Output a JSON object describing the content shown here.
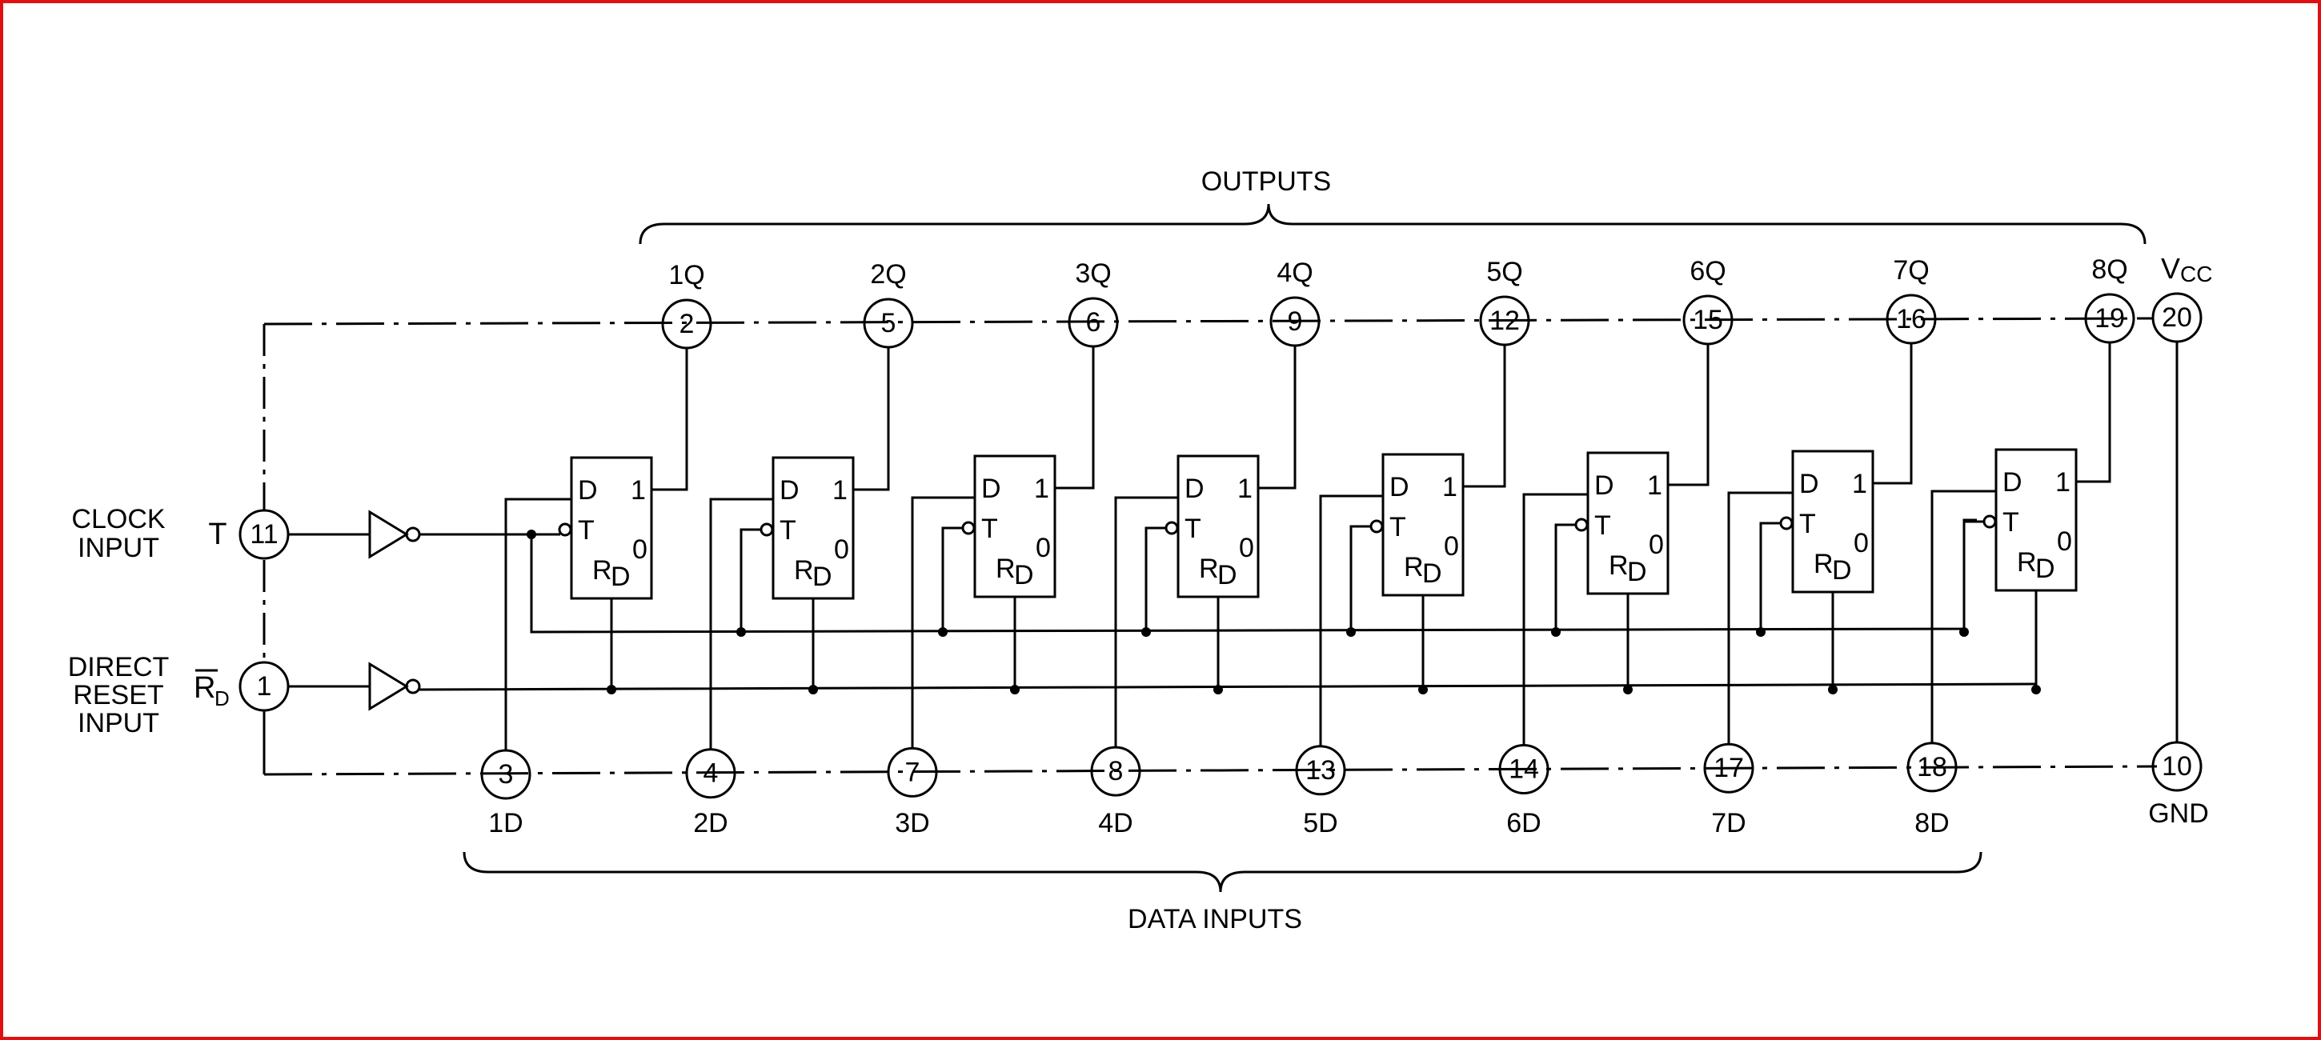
{
  "colors": {
    "frame": "#e01010",
    "ink": "#000000",
    "background": "#ffffff"
  },
  "labels": {
    "outputs": "OUTPUTS",
    "data_inputs": "DATA INPUTS",
    "clock_line1": "CLOCK",
    "clock_line2": "INPUT",
    "clock_pin_name": "T",
    "reset_line1": "DIRECT",
    "reset_line2": "RESET",
    "reset_line3": "INPUT",
    "reset_pin_name": "R",
    "reset_pin_sub": "D",
    "vcc": "V",
    "vcc_sub": "CC",
    "gnd": "GND"
  },
  "pins": {
    "clock": "11",
    "reset": "1",
    "vcc": "20",
    "gnd": "10"
  },
  "flipflop_text": {
    "d": "D",
    "t": "T",
    "one": "1",
    "zero": "0",
    "rd": "R",
    "rd_sub": "D"
  },
  "stages": [
    {
      "q_label": "1Q",
      "q_pin": "2",
      "d_pin": "3",
      "d_label": "1D"
    },
    {
      "q_label": "2Q",
      "q_pin": "5",
      "d_pin": "4",
      "d_label": "2D"
    },
    {
      "q_label": "3Q",
      "q_pin": "6",
      "d_pin": "7",
      "d_label": "3D"
    },
    {
      "q_label": "4Q",
      "q_pin": "9",
      "d_pin": "8",
      "d_label": "4D"
    },
    {
      "q_label": "5Q",
      "q_pin": "12",
      "d_pin": "13",
      "d_label": "5D"
    },
    {
      "q_label": "6Q",
      "q_pin": "15",
      "d_pin": "14",
      "d_label": "6D"
    },
    {
      "q_label": "7Q",
      "q_pin": "16",
      "d_pin": "17",
      "d_label": "7D"
    },
    {
      "q_label": "8Q",
      "q_pin": "19",
      "d_pin": "18",
      "d_label": "8D"
    }
  ]
}
